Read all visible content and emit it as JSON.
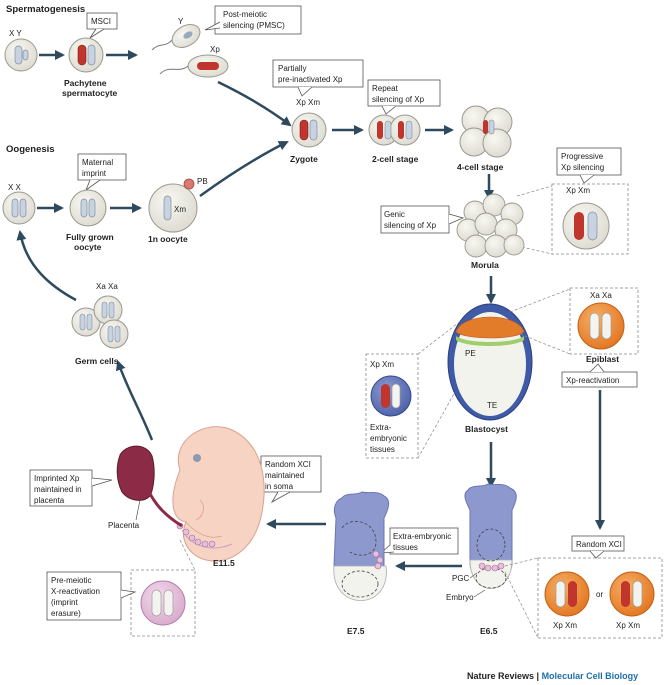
{
  "sections": {
    "spermatogenesis": "Spermatogenesis",
    "oogenesis": "Oogenesis"
  },
  "spermatogenesis": {
    "start_label": "X Y",
    "msci": "MSCI",
    "pachytene": [
      "Pachytene",
      "spermatocyte"
    ],
    "y_label": "Y",
    "xp_label": "Xp",
    "pmsc": [
      "Post-meiotic",
      "silencing (PMSC)"
    ]
  },
  "oogenesis": {
    "start_label": "X X",
    "maternal": [
      "Maternal",
      "imprint"
    ],
    "fully_grown": [
      "Fully grown",
      "oocyte"
    ],
    "pb": "PB",
    "xm": "Xm",
    "oocyte_1n": "1n oocyte"
  },
  "early": {
    "partial": [
      "Partially",
      "pre-inactivated Xp"
    ],
    "zygote_chroms": "Xp Xm",
    "zygote": "Zygote",
    "repeat": [
      "Repeat",
      "silencing of Xp"
    ],
    "cell2": "2-cell stage",
    "cell4": "4-cell stage",
    "progressive": [
      "Progressive",
      "Xp silencing"
    ],
    "morula_chroms": "Xp Xm",
    "genic": [
      "Genic",
      "silencing of Xp"
    ],
    "morula": "Morula"
  },
  "blastocyst": {
    "pe": "PE",
    "te": "TE",
    "label": "Blastocyst",
    "epi_chroms": "Xa Xa",
    "epiblast": "Epiblast",
    "xp_react": "Xp-reactivation",
    "extra_chroms": "Xp Xm",
    "extra": [
      "Extra-",
      "embryonic",
      "tissues"
    ]
  },
  "germ": {
    "chroms": "Xa Xa",
    "label": "Germ cells"
  },
  "embryo": {
    "imprinted": [
      "Imprinted Xp",
      "maintained in",
      "placenta"
    ],
    "placenta": "Placenta",
    "e115": "E11.5",
    "random_soma": [
      "Random XCI",
      "maintained",
      "in soma"
    ],
    "extra_tissues": [
      "Extra-embryonic",
      "tissues"
    ],
    "e75": "E7.5",
    "pgc": "PGC",
    "embryo": "Embryo",
    "e65": "E6.5",
    "random": "Random XCI",
    "or": "or",
    "xpxm_left": "Xp Xm",
    "xpxm_right": "Xp Xm",
    "premeiotic": [
      "Pre-meiotic",
      "X-reactivation",
      "(imprint",
      "erasure)"
    ]
  },
  "footer": {
    "journal": "Nature Reviews",
    "sep": " | ",
    "section": "Molecular Cell Biology"
  },
  "colors": {
    "cell": "#ecebe3",
    "chrom_active": "#c8d3e2",
    "chrom_silent": "#c0362c",
    "epiblast": "#ef8a2e",
    "extra_embryonic": "#5a6fb5",
    "pgc": "#e6bfdc",
    "embryo_pink": "#f7d3c4",
    "placenta": "#8c2b46",
    "arrow": "#2f4a5e"
  }
}
